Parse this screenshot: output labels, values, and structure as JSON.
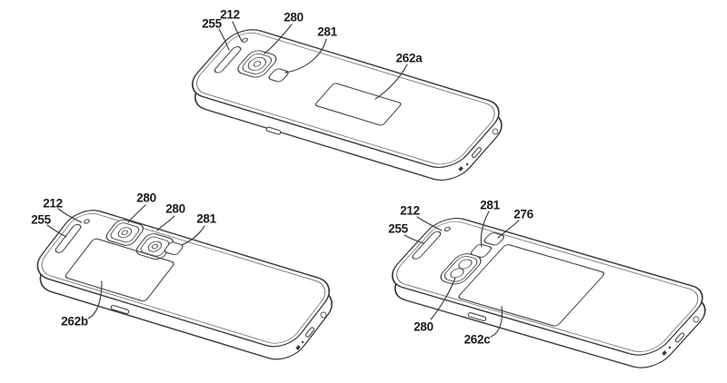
{
  "colors": {
    "background": "#ffffff",
    "line": "#3a3a3a",
    "label_text": "#1c1c1c"
  },
  "figure": {
    "top_phone": {
      "ref_255": "255",
      "ref_212": "212",
      "ref_280": "280",
      "ref_281": "281",
      "ref_262a": "262a"
    },
    "bottom_left_phone": {
      "ref_212": "212",
      "ref_255": "255",
      "ref_280_left": "280",
      "ref_280_right": "280",
      "ref_281": "281",
      "ref_262b": "262b"
    },
    "bottom_right_phone": {
      "ref_212": "212",
      "ref_255": "255",
      "ref_281": "281",
      "ref_276": "276",
      "ref_280": "280",
      "ref_262c": "262c"
    }
  }
}
